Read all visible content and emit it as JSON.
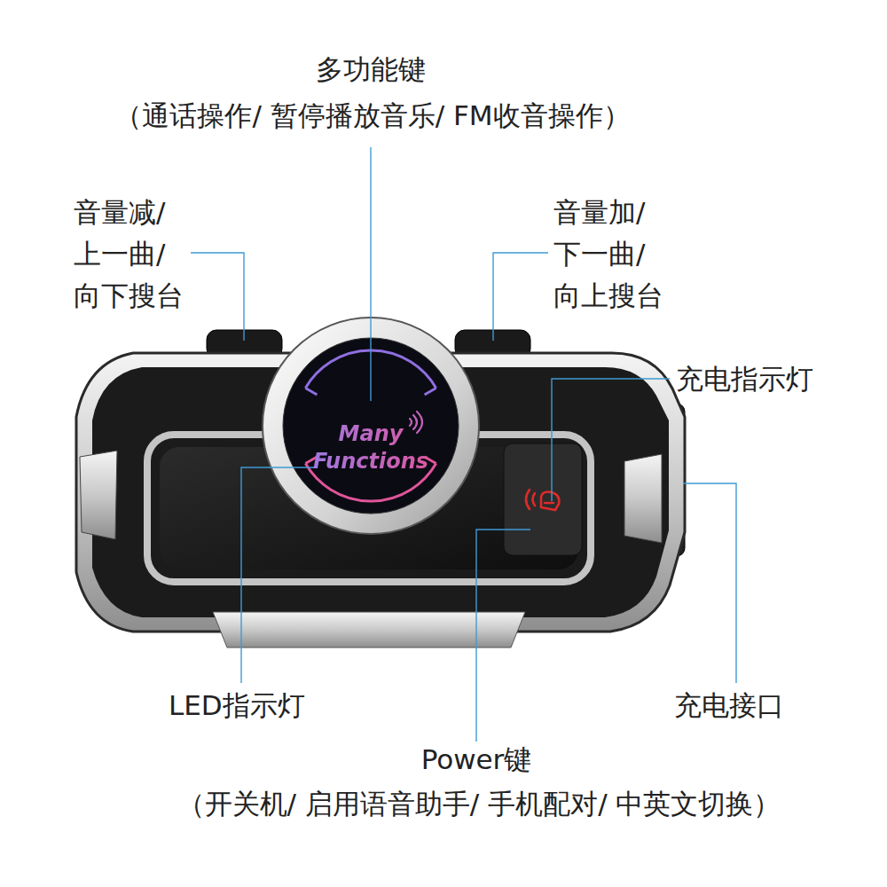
{
  "diagram": {
    "labels": [
      "多功能键",
      "（通话操作/ 暂停播放音乐/ FM收音操作）",
      "音量减/ 上一曲/ 向下搜台",
      "音量加/ 下一曲/ 向上搜台",
      "充电指示灯",
      "Many Functions",
      "LED指示灯",
      "充电接口",
      "Power键",
      "（开关机/ 启用语音助手/ 手机配对/ 中英文切换）"
    ]
  }
}
